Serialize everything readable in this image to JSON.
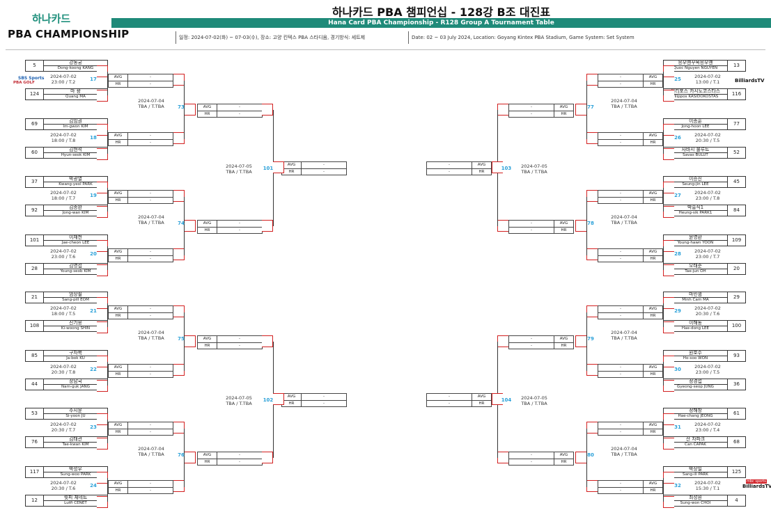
{
  "header": {
    "logo_hana": "하나카드",
    "logo_pba": "PBA CHAMPIONSHIP",
    "title_kr": "하나카드 PBA 챔피언십 - 128강 B조 대진표",
    "title_en": "Hana Card PBA Championship - R128 Group A Tournament Table",
    "info_kr": "일정: 2024-07-02(화) ~ 07-03(수), 장소: 고양 킨텍스 PBA 스타디움, 경기방식: 세트제",
    "info_en": "Date: 02 ~ 03 July 2024, Location: Goyang Kintex PBA Stadium, Game System: Set System"
  },
  "sponsors": {
    "sbs": "SBS Sports",
    "sbs2": "PBA GOLF",
    "billiards": "BilliardsTV",
    "mbc": "mbc sports"
  },
  "labels": {
    "avg": "AVG",
    "hr": "HR",
    "dash": "-"
  },
  "left": {
    "r128": [
      {
        "num": "17",
        "date": "2024-07-02",
        "time": "23:00 / T.2",
        "p1": {
          "seed": "5",
          "kr": "강동궁",
          "en": "Dong-koong KANG"
        },
        "p2": {
          "seed": "124",
          "kr": "마 꽝",
          "en": "Quang MA"
        }
      },
      {
        "num": "18",
        "date": "2024-07-02",
        "time": "18:00 / T.8",
        "p1": {
          "seed": "69",
          "kr": "김임권",
          "en": "Im-gwon KIM"
        },
        "p2": {
          "seed": "60",
          "kr": "김현석",
          "en": "Hyun-seok KIM"
        }
      },
      {
        "num": "19",
        "date": "2024-07-02",
        "time": "18:00 / T.7",
        "p1": {
          "seed": "37",
          "kr": "박광열",
          "en": "Kwang-yeol PARK"
        },
        "p2": {
          "seed": "92",
          "kr": "김종완",
          "en": "Jong-wan KIM"
        }
      },
      {
        "num": "20",
        "date": "2024-07-02",
        "time": "23:00 / T.6",
        "p1": {
          "seed": "101",
          "kr": "이재천",
          "en": "Jae-cheon LEE"
        },
        "p2": {
          "seed": "28",
          "kr": "김영섭",
          "en": "Young-seob KIM"
        }
      },
      {
        "num": "21",
        "date": "2024-07-02",
        "time": "18:00 / T.5",
        "p1": {
          "seed": "21",
          "kr": "엄상필",
          "en": "Sang-pill EOM"
        },
        "p2": {
          "seed": "108",
          "kr": "신기웅",
          "en": "Ki-woong SHIN"
        }
      },
      {
        "num": "22",
        "date": "2024-07-02",
        "time": "20:30 / T.8",
        "p1": {
          "seed": "85",
          "kr": "구자복",
          "en": "Ja-bok KU"
        },
        "p2": {
          "seed": "44",
          "kr": "장남국",
          "en": "Nam-guk JANG"
        }
      },
      {
        "num": "23",
        "date": "2024-07-02",
        "time": "20:30 / T.7",
        "p1": {
          "seed": "53",
          "kr": "주시윤",
          "en": "Si-yoon JU"
        },
        "p2": {
          "seed": "76",
          "kr": "김태관",
          "en": "Tae-kwan KIM"
        }
      },
      {
        "num": "24",
        "date": "2024-07-02",
        "time": "20:30 / T.6",
        "p1": {
          "seed": "117",
          "kr": "박성우",
          "en": "Sung-woo PARK"
        },
        "p2": {
          "seed": "12",
          "kr": "륏피 체네트",
          "en": "Lutfi CENET"
        }
      }
    ],
    "r64": [
      {
        "num": "73",
        "date": "2024-07-04",
        "time": "TBA / T.TBA"
      },
      {
        "num": "74",
        "date": "2024-07-04",
        "time": "TBA / T.TBA"
      },
      {
        "num": "75",
        "date": "2024-07-04",
        "time": "TBA / T.TBA"
      },
      {
        "num": "76",
        "date": "2024-07-04",
        "time": "TBA / T.TBA"
      }
    ],
    "r32": [
      {
        "num": "101",
        "date": "2024-07-05",
        "time": "TBA / T.TBA"
      },
      {
        "num": "102",
        "date": "2024-07-05",
        "time": "TBA / T.TBA"
      }
    ]
  },
  "right": {
    "r128": [
      {
        "num": "25",
        "date": "2024-07-02",
        "time": "13:00 / T.1",
        "p1": {
          "seed": "13",
          "kr": "응우옌꾸옥응우옌",
          "en": "Quoc Nguyen NGUYEN"
        },
        "p2": {
          "seed": "116",
          "kr": "필리포스 카시도코스타스",
          "en": "Filippos KASIDOKOSTAS"
        }
      },
      {
        "num": "26",
        "date": "2024-07-02",
        "time": "20:30 / T.5",
        "p1": {
          "seed": "77",
          "kr": "이종훈",
          "en": "Jong-hoon LEE"
        },
        "p2": {
          "seed": "52",
          "kr": "사바시 불루트",
          "en": "Savas BULUT"
        }
      },
      {
        "num": "27",
        "date": "2024-07-02",
        "time": "23:00 / T.8",
        "p1": {
          "seed": "45",
          "kr": "이승진",
          "en": "Seung-jin LEE"
        },
        "p2": {
          "seed": "84",
          "kr": "박흥식1",
          "en": "Heung-sik PARK1"
        }
      },
      {
        "num": "28",
        "date": "2024-07-02",
        "time": "23:00 / T.7",
        "p1": {
          "seed": "109",
          "kr": "윤영환",
          "en": "Young-hawn YOON"
        },
        "p2": {
          "seed": "20",
          "kr": "오태준",
          "en": "Tae-jun OH"
        }
      },
      {
        "num": "29",
        "date": "2024-07-02",
        "time": "20:30 / T.6",
        "p1": {
          "seed": "29",
          "kr": "마민껌",
          "en": "Minh Cam MA"
        },
        "p2": {
          "seed": "100",
          "kr": "이해동",
          "en": "Hae-dong LEE"
        }
      },
      {
        "num": "30",
        "date": "2024-07-02",
        "time": "23:00 / T.5",
        "p1": {
          "seed": "93",
          "kr": "원호수",
          "en": "Ho-soo WON"
        },
        "p2": {
          "seed": "36",
          "kr": "정경섭",
          "en": "Gyeong-seop JUNG"
        }
      },
      {
        "num": "31",
        "date": "2024-07-02",
        "time": "23:00 / T.4",
        "p1": {
          "seed": "61",
          "kr": "정해창",
          "en": "Hae-chang JEONG"
        },
        "p2": {
          "seed": "68",
          "kr": "잔 차파크",
          "en": "Can CAPAK"
        }
      },
      {
        "num": "32",
        "date": "2024-07-02",
        "time": "15:30 / T.1",
        "p1": {
          "seed": "125",
          "kr": "박상일",
          "en": "Sang-ill PARK"
        },
        "p2": {
          "seed": "4",
          "kr": "최성원",
          "en": "Sung-won CHOI"
        }
      }
    ],
    "r64": [
      {
        "num": "77",
        "date": "2024-07-04",
        "time": "TBA / T.TBA"
      },
      {
        "num": "78",
        "date": "2024-07-04",
        "time": "TBA / T.TBA"
      },
      {
        "num": "79",
        "date": "2024-07-04",
        "time": "TBA / T.TBA"
      },
      {
        "num": "80",
        "date": "2024-07-04",
        "time": "TBA / T.TBA"
      }
    ],
    "r32": [
      {
        "num": "103",
        "date": "2024-07-05",
        "time": "TBA / T.TBA"
      },
      {
        "num": "104",
        "date": "2024-07-05",
        "time": "TBA / T.TBA"
      }
    ]
  }
}
